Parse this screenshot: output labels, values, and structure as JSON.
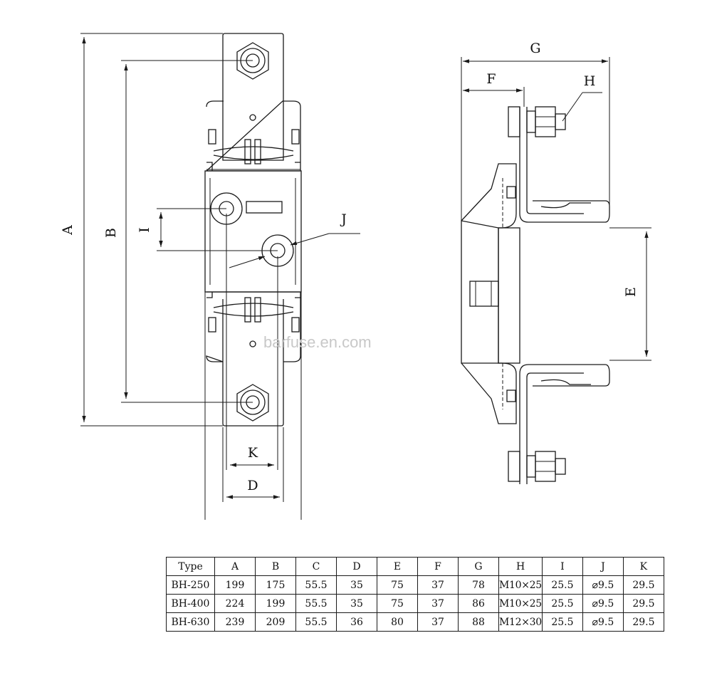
{
  "labels": {
    "A": "A",
    "B": "B",
    "I": "I",
    "J": "J",
    "K": "K",
    "D": "D",
    "G": "G",
    "F": "F",
    "H": "H",
    "E": "E"
  },
  "watermark": "barfuse.en.com",
  "table": {
    "headers": [
      "Type",
      "A",
      "B",
      "C",
      "D",
      "E",
      "F",
      "G",
      "H",
      "I",
      "J",
      "K"
    ],
    "rows": [
      [
        "BH-250",
        "199",
        "175",
        "55.5",
        "35",
        "75",
        "37",
        "78",
        "M10×25",
        "25.5",
        "⌀9.5",
        "29.5"
      ],
      [
        "BH-400",
        "224",
        "199",
        "55.5",
        "35",
        "75",
        "37",
        "86",
        "M10×25",
        "25.5",
        "⌀9.5",
        "29.5"
      ],
      [
        "BH-630",
        "239",
        "209",
        "55.5",
        "36",
        "80",
        "37",
        "88",
        "M12×30",
        "25.5",
        "⌀9.5",
        "29.5"
      ]
    ]
  }
}
